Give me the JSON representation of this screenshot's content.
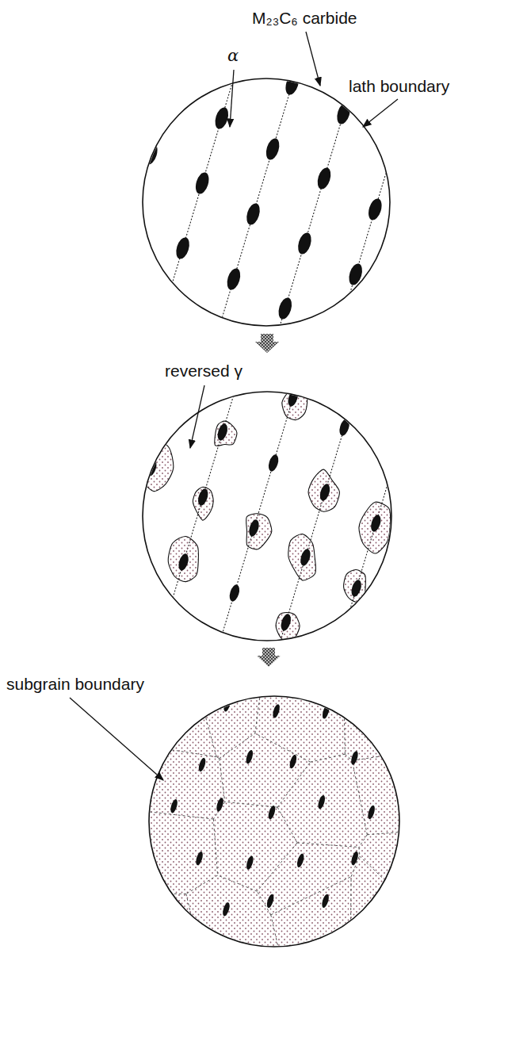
{
  "diagram": {
    "labels": [
      "M₂₃C₆ carbide",
      "α",
      "lath boundary",
      "reversed γ",
      "subgrain boundary"
    ]
  }
}
